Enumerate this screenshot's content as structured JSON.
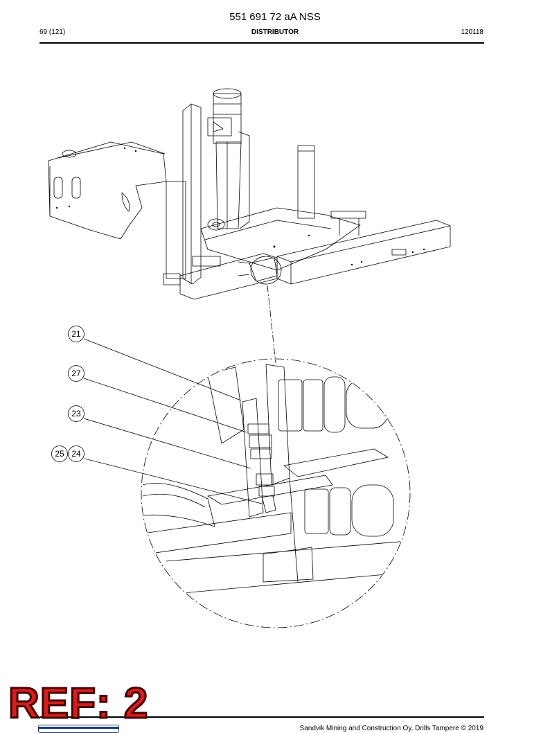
{
  "header": {
    "document_number": "551 691 72 aA NSS",
    "page": "69 (121)",
    "section": "DISTRIBUTOR",
    "date_code": "120118"
  },
  "callouts": [
    {
      "id": "c21",
      "label": "21"
    },
    {
      "id": "c27",
      "label": "27"
    },
    {
      "id": "c23",
      "label": "23"
    },
    {
      "id": "c25",
      "label": "25"
    },
    {
      "id": "c24",
      "label": "24"
    }
  ],
  "stamp": {
    "text": "REF: 2",
    "color": "#d21f1f"
  },
  "footer": {
    "text": "Sandvik Mining and Construction Oy, Drills Tampere © 2019"
  },
  "colors": {
    "line": "#000000",
    "paper": "#ffffff",
    "logo": "#1c3b7a"
  }
}
